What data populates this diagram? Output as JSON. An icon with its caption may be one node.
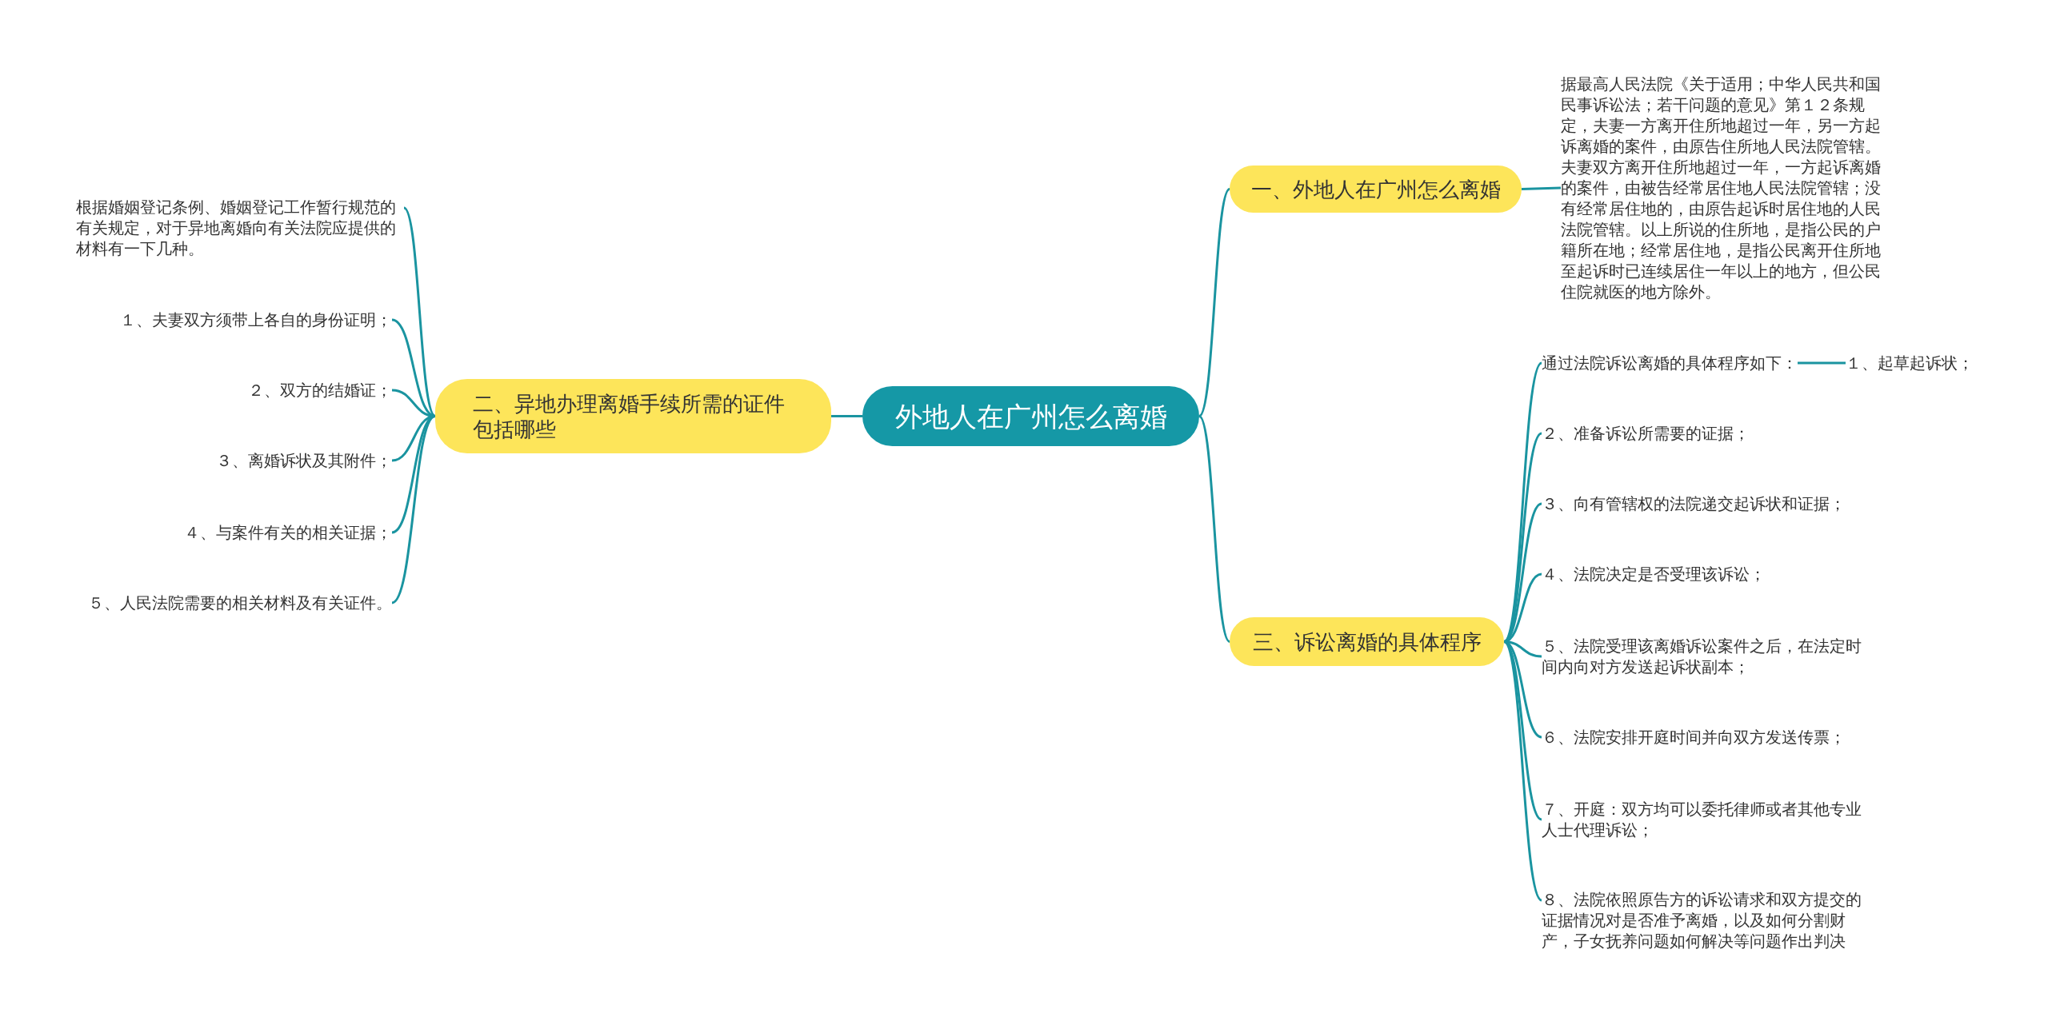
{
  "diagram": {
    "nodes": [
      {
        "text": [
          "外地人在广州怎么离婚"
        ]
      },
      {
        "text": [
          "一、外地人在广州怎么离婚"
        ]
      },
      {
        "text": [
          "据最高人民法院《关于适用；中华人民共和国民事诉讼法；若干问题的意见》第１２条规定，夫妻一方离开住所地超过一年，另一方起诉离婚的案件，由原告住所地人民法院管辖。夫妻双方离开住所地超过一年，一方起诉离婚的案件，由被告经常居住地人民法院管辖；没有经常居住地的，由原告起诉时居住地的人民法院管辖。以上所说的住所地，是指公民的户籍所在地；经常居住地，是指公民离开住所地至起诉时已连续居住一年以上的地方，但公民住院就医的地方除外。"
        ]
      },
      {
        "text": [
          "二、异地办理离婚手续所需的证件包括哪些"
        ]
      },
      {
        "text": [
          "根据婚姻登记条例、婚姻登记工作暂行规范的有关规定，对于异地离婚向有关法院应提供的材料有一下几种。"
        ]
      },
      {
        "text": [
          "１、夫妻双方须带上各自的身份证明；"
        ]
      },
      {
        "text": [
          "２、双方的结婚证；"
        ]
      },
      {
        "text": [
          "３、离婚诉状及其附件；"
        ]
      },
      {
        "text": [
          "４、与案件有关的相关证据；"
        ]
      },
      {
        "text": [
          "５、人民法院需要的相关材料及有关证件。"
        ]
      },
      {
        "text": [
          "三、诉讼离婚的具体程序"
        ]
      },
      {
        "text": [
          "通过法院诉讼离婚的具体程序如下："
        ]
      },
      {
        "text": [
          "１、起草起诉状；"
        ]
      },
      {
        "text": [
          "２、准备诉讼所需要的证据；"
        ]
      },
      {
        "text": [
          "３、向有管辖权的法院递交起诉状和证据；"
        ]
      },
      {
        "text": [
          "４、法院决定是否受理该诉讼；"
        ]
      },
      {
        "text": [
          "５、法院受理该离婚诉讼案件之后，在法定时间内向对方发送起诉状副本；"
        ]
      },
      {
        "text": [
          "６、法院安排开庭时间并向双方发送传票；"
        ]
      },
      {
        "text": [
          "７、开庭：双方均可以委托律师或者其他专业人士代理诉讼；"
        ]
      },
      {
        "text": [
          "８、法院依照原告方的诉讼请求和双方提交的证据情况对是否准予离婚，以及如何分割财产，子女抚养问题如何解决等问题作出判决"
        ]
      }
    ],
    "edges": [
      {
        "from": 0,
        "to": 1,
        "arrow": "none"
      },
      {
        "from": 1,
        "to": 2,
        "arrow": "none"
      },
      {
        "from": 0,
        "to": 3,
        "arrow": "none"
      },
      {
        "from": 3,
        "to": 4,
        "arrow": "none"
      },
      {
        "from": 3,
        "to": 5,
        "arrow": "none"
      },
      {
        "from": 3,
        "to": 6,
        "arrow": "none"
      },
      {
        "from": 3,
        "to": 7,
        "arrow": "none"
      },
      {
        "from": 3,
        "to": 8,
        "arrow": "none"
      },
      {
        "from": 3,
        "to": 9,
        "arrow": "none"
      },
      {
        "from": 0,
        "to": 10,
        "arrow": "none"
      },
      {
        "from": 10,
        "to": 11,
        "arrow": "none"
      },
      {
        "from": 11,
        "to": 12,
        "arrow": "none"
      },
      {
        "from": 10,
        "to": 13,
        "arrow": "none"
      },
      {
        "from": 10,
        "to": 14,
        "arrow": "none"
      },
      {
        "from": 10,
        "to": 15,
        "arrow": "none"
      },
      {
        "from": 10,
        "to": 16,
        "arrow": "none"
      },
      {
        "from": 10,
        "to": 17,
        "arrow": "none"
      },
      {
        "from": 10,
        "to": 18,
        "arrow": "none"
      },
      {
        "from": 10,
        "to": 19,
        "arrow": "none"
      }
    ]
  }
}
